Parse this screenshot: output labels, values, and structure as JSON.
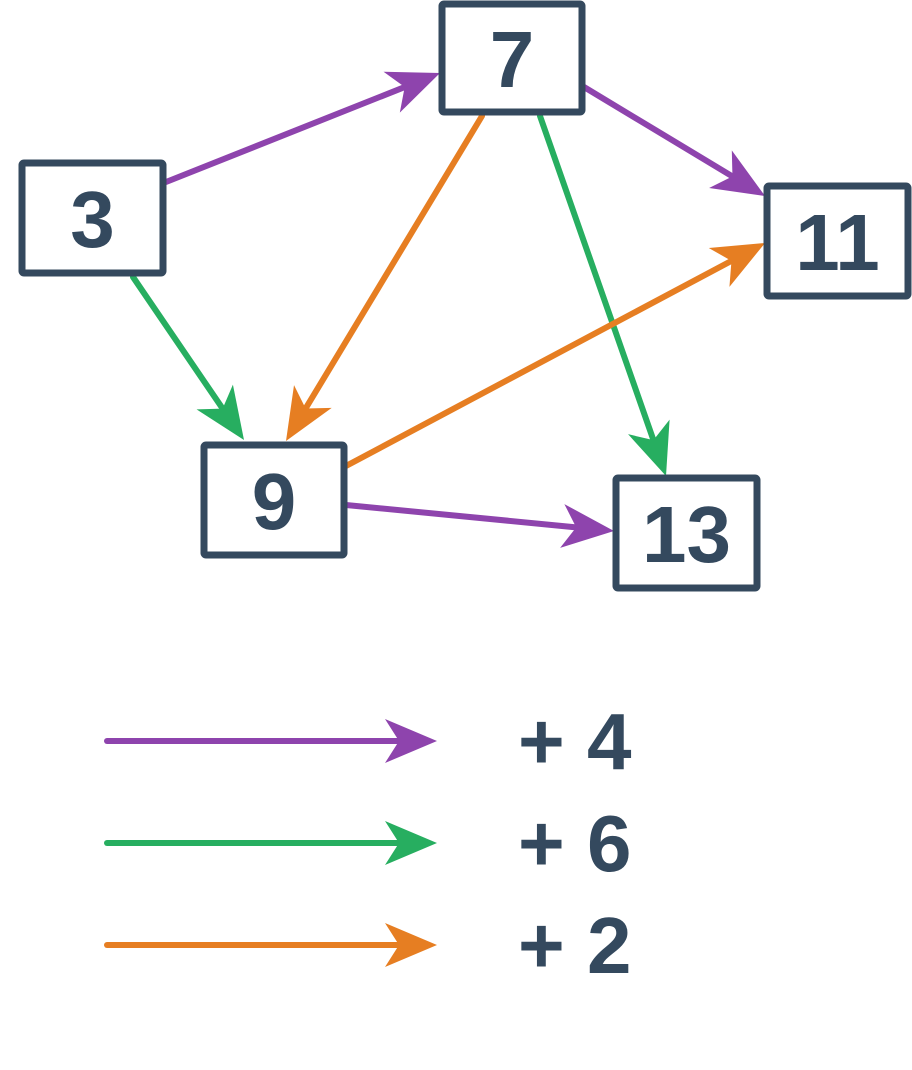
{
  "colors": {
    "text": "#34495e",
    "box_stroke": "#34495e",
    "purple": "#8e44ad",
    "green": "#27ae60",
    "orange": "#e67e22",
    "background": "#ffffff"
  },
  "nodes": [
    {
      "id": "n3",
      "label": "3"
    },
    {
      "id": "n7",
      "label": "7"
    },
    {
      "id": "n11",
      "label": "11"
    },
    {
      "id": "n9",
      "label": "9"
    },
    {
      "id": "n13",
      "label": "13"
    }
  ],
  "edges": [
    {
      "from": "n3",
      "to": "n7",
      "color": "purple"
    },
    {
      "from": "n7",
      "to": "n11",
      "color": "purple"
    },
    {
      "from": "n9",
      "to": "n13",
      "color": "purple"
    },
    {
      "from": "n3",
      "to": "n9",
      "color": "green"
    },
    {
      "from": "n7",
      "to": "n13",
      "color": "green"
    },
    {
      "from": "n7",
      "to": "n9",
      "color": "orange"
    },
    {
      "from": "n9",
      "to": "n11",
      "color": "orange"
    }
  ],
  "legend": [
    {
      "color": "purple",
      "label": "+ 4"
    },
    {
      "color": "green",
      "label": "+ 6"
    },
    {
      "color": "orange",
      "label": "+ 2"
    }
  ]
}
